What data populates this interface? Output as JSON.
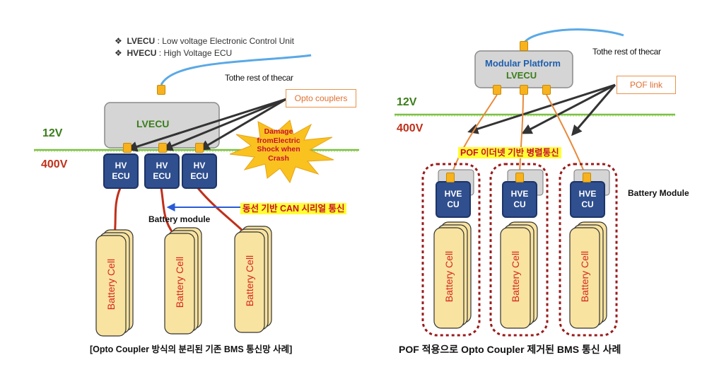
{
  "legend": {
    "items": [
      {
        "bullet": "❖",
        "abbr": "LVECU",
        "desc": " : Low voltage Electronic Control Unit"
      },
      {
        "bullet": "❖",
        "abbr": "HVECU",
        "desc": " : High Voltage  ECU"
      }
    ]
  },
  "left": {
    "to_car": "Tothe rest of thecar",
    "lvecu": "LVECU",
    "opto": "Opto couplers",
    "v12": "12V",
    "v400": "400V",
    "ecu_labels": [
      [
        "HV",
        "ECU"
      ],
      [
        "HV",
        "ECU"
      ],
      [
        "HV",
        "ECU"
      ]
    ],
    "damage": [
      "Damage",
      "fromElectric",
      "Shock when",
      "Crash"
    ],
    "can_label": "동선 기반 CAN 시리얼 통신",
    "battery_module": "Battery module",
    "cells": [
      "Battery  Cell",
      "Battery  Cell",
      "Battery  Cell"
    ],
    "caption": "[Opto Coupler 방식의 분리된 기존 BMS 통신망 사례]"
  },
  "right": {
    "modular": "Modular Platform",
    "lvecu": "LVECU",
    "to_car": "Tothe rest of thecar",
    "pof_link": "POF link",
    "v12": "12V",
    "v400": "400V",
    "pof_label": "POF 이더넷 기반 병렬통신",
    "ecu_labels": [
      [
        "HVE",
        "CU"
      ],
      [
        "HVE",
        "CU"
      ],
      [
        "HVE",
        "CU"
      ]
    ],
    "battery_module": "Battery Module",
    "cells": [
      "Battery  Cell",
      "Battery  Cell",
      "Battery  Cell"
    ],
    "caption": "POF 적용으로 Opto Coupler 제거된 BMS 통신 사례"
  },
  "colors": {
    "ecu_blue": "#2f4f8f",
    "tab_orange": "#f7b21e",
    "cell_fill": "#f8e3a0",
    "ground_green": "#7bc142",
    "wire_red": "#c0301a",
    "pof_orange": "#e88a3c",
    "arrow_dark": "#333333",
    "cable_blue": "#5aa9e6"
  }
}
